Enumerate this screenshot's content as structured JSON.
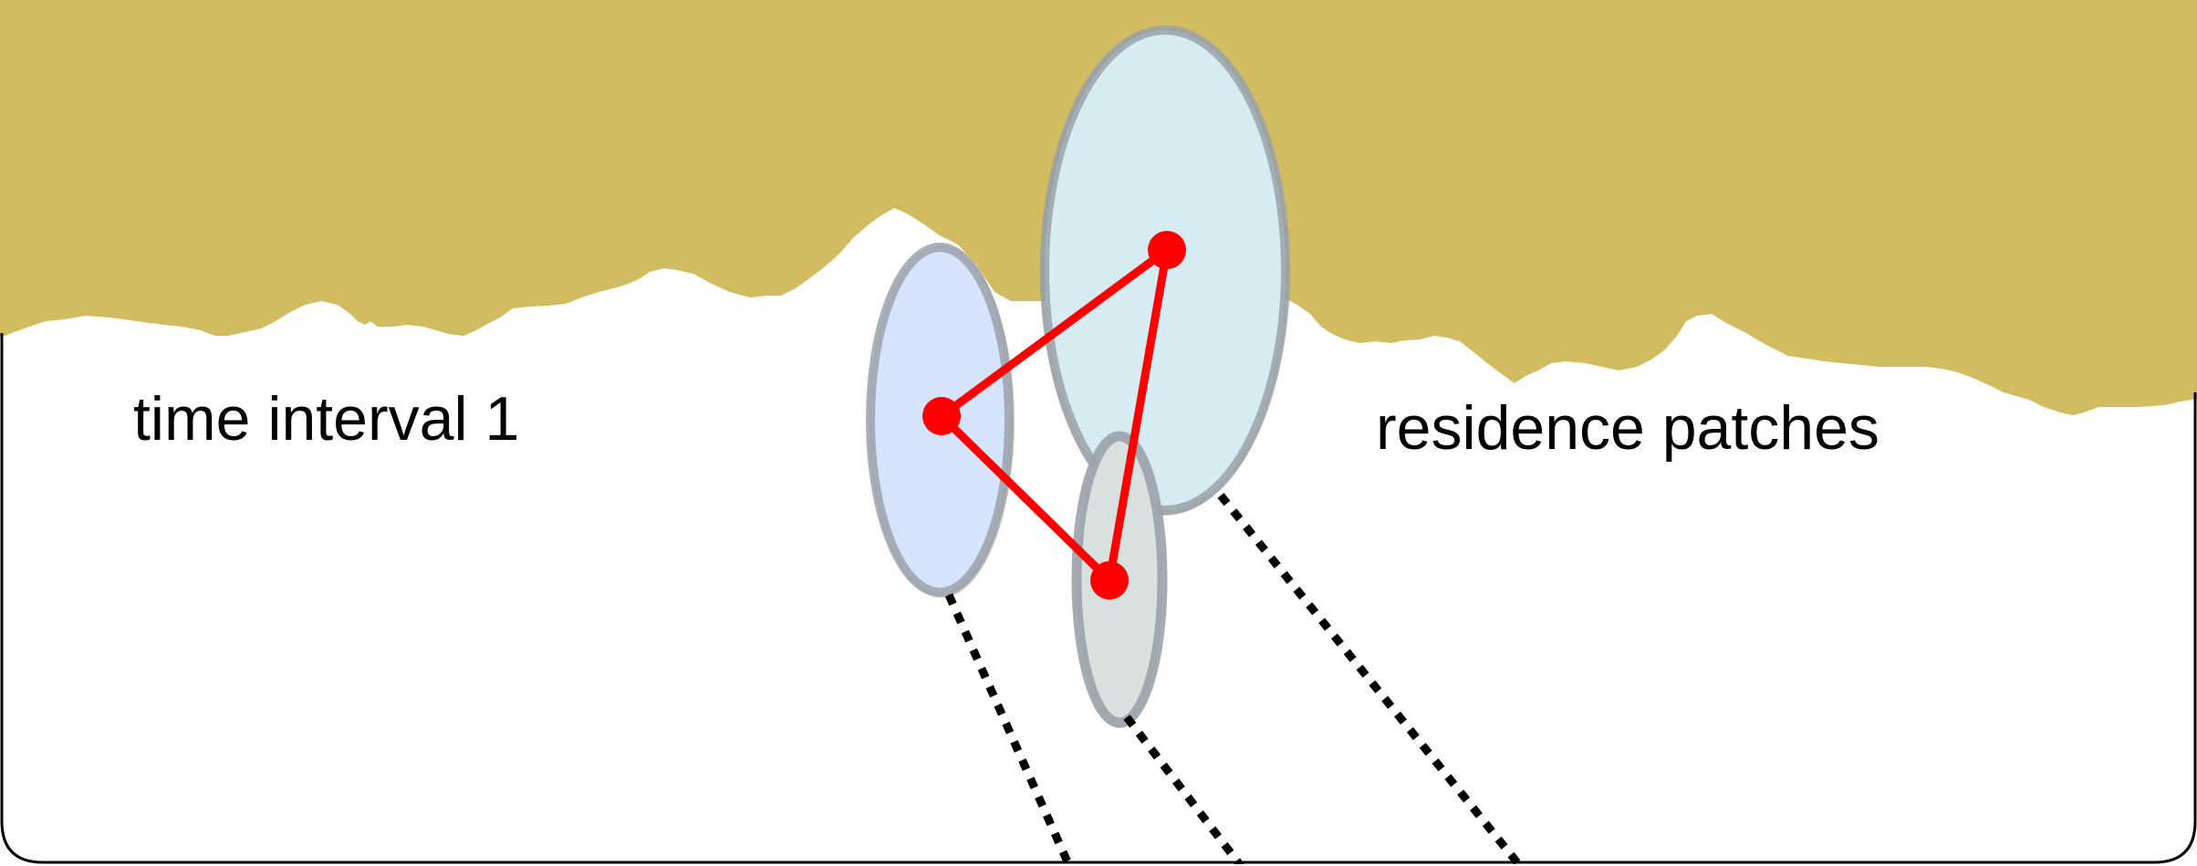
{
  "labels": {
    "left": "time interval 1",
    "right": "residence patches"
  },
  "colors": {
    "terrain": "#d2bc61",
    "terrain_shadow": "#9c8a45",
    "patch_left_fill": "#d5e3fb",
    "patch_top_fill": "#d6ecf2",
    "patch_bottom_fill": "#d9e0e0",
    "patch_outline": "#9aa2ab",
    "node": "#ff0000",
    "edge": "#ff0000",
    "dotted_line": "#000000",
    "frame": "#000000"
  },
  "diagram": {
    "nodes": [
      "node-left",
      "node-top",
      "node-bottom"
    ],
    "edges": [
      [
        "node-left",
        "node-top"
      ],
      [
        "node-left",
        "node-bottom"
      ],
      [
        "node-top",
        "node-bottom"
      ]
    ],
    "patches": [
      "patch-left",
      "patch-top",
      "patch-bottom"
    ]
  }
}
